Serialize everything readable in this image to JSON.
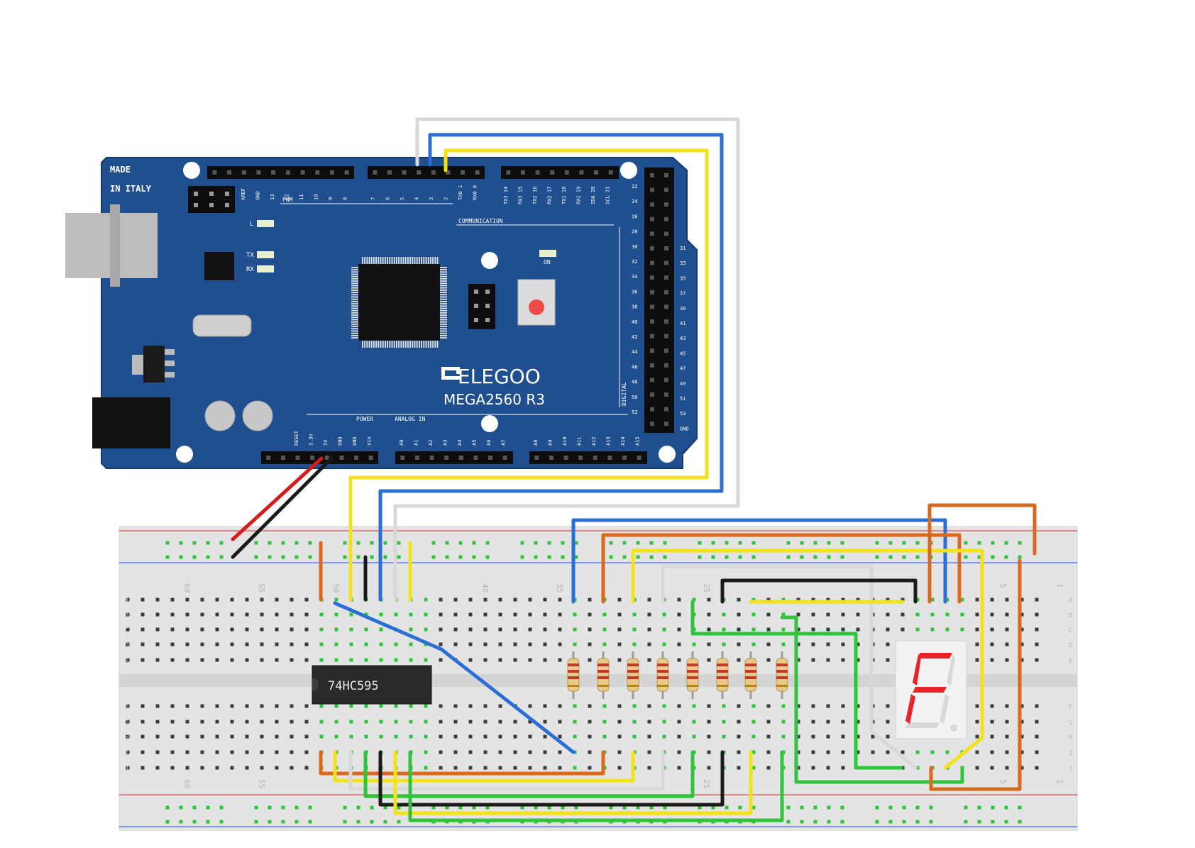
{
  "board": {
    "made_line1": "MADE",
    "made_line2": "IN ITALY",
    "brand": "ELEGOO",
    "model": "MEGA2560 R3",
    "label_pwm": "PWM",
    "label_communication": "COMMUNICATION",
    "label_power": "POWER",
    "label_analog_in": "ANALOG   IN",
    "label_digital": "DIGITAL",
    "label_on": "ON",
    "led_l": "L",
    "led_tx": "TX",
    "led_rx": "RX",
    "top_pins_a": [
      "AREF",
      "GND",
      "13",
      "12",
      "11",
      "10",
      "9",
      "8"
    ],
    "top_pins_b": [
      "7",
      "6",
      "5",
      "4",
      "3",
      "2",
      "TX0 1",
      "RX0 0"
    ],
    "top_pins_c": [
      "TX3 14",
      "RX3 15",
      "TX2 16",
      "RX2 17",
      "TX1 18",
      "RX1 19",
      "SDA 20",
      "SCL 21"
    ],
    "power_pins": [
      "RESET",
      "3.3V",
      "5V",
      "GND",
      "GND",
      "Vin"
    ],
    "analog_pins_a": [
      "A0",
      "A1",
      "A2",
      "A3",
      "A4",
      "A5",
      "A6",
      "A7"
    ],
    "analog_pins_b": [
      "A8",
      "A9",
      "A10",
      "A11",
      "A12",
      "A13",
      "A14",
      "A15"
    ],
    "right_left_labels": [
      "22",
      "24",
      "26",
      "28",
      "30",
      "32",
      "34",
      "36",
      "38",
      "40",
      "42",
      "44",
      "46",
      "48",
      "50",
      "52"
    ],
    "right_right_labels": [
      "31",
      "33",
      "35",
      "37",
      "39",
      "41",
      "43",
      "45",
      "47",
      "49",
      "51",
      "53",
      "GND"
    ]
  },
  "ic": {
    "label": "74HC595"
  },
  "breadboard": {
    "column_numbers": [
      "60",
      "55",
      "50",
      "40",
      "35",
      "25",
      "5",
      "1"
    ],
    "row_letters_top": [
      "A",
      "B",
      "C",
      "D",
      "E"
    ],
    "row_letters_bottom": [
      "F",
      "G",
      "H",
      "I",
      "J"
    ]
  },
  "display": {
    "digit": "F"
  },
  "colors": {
    "board": "#1f4f8f",
    "board_edge": "#16386a",
    "breadboard": "#e4e4e4",
    "wire_blue": "#2b6fd4",
    "wire_yellow": "#f2e21a",
    "wire_white": "#d8d8d8",
    "wire_orange": "#d8691f",
    "wire_green": "#2fc43a",
    "wire_black": "#1a1a1a",
    "wire_red": "#d41c1c",
    "segment_on": "#e8242a"
  }
}
